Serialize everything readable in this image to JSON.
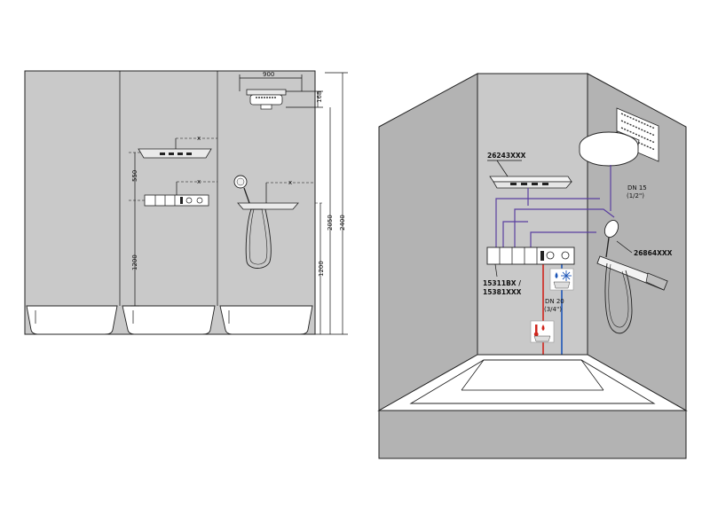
{
  "elevation": {
    "dimensions": {
      "width_top": "900",
      "offset_head": "168",
      "height_2050": "2050",
      "height_2400": "2400",
      "height_1200_right": "1200",
      "height_1200_left": "1200",
      "spacing_550": "550",
      "x_shelf": "x",
      "x_thermostat": "x",
      "x_rail": "x"
    }
  },
  "perspective": {
    "labels": {
      "shelf_code": "26243XXX",
      "thermostat_code_1": "15311BX /",
      "thermostat_code_2": "15381XXX",
      "rail_code": "26864XXX",
      "dn15": "DN 15",
      "dn15_sub": "(1/2\")",
      "dn20": "DN 20",
      "dn20_sub": "(3/4\")"
    }
  },
  "colors": {
    "wall": "#c9c9c9",
    "pipe_distribution": "#5a3fa0",
    "pipe_cold": "#1d56b8",
    "pipe_hot": "#d0261d"
  }
}
